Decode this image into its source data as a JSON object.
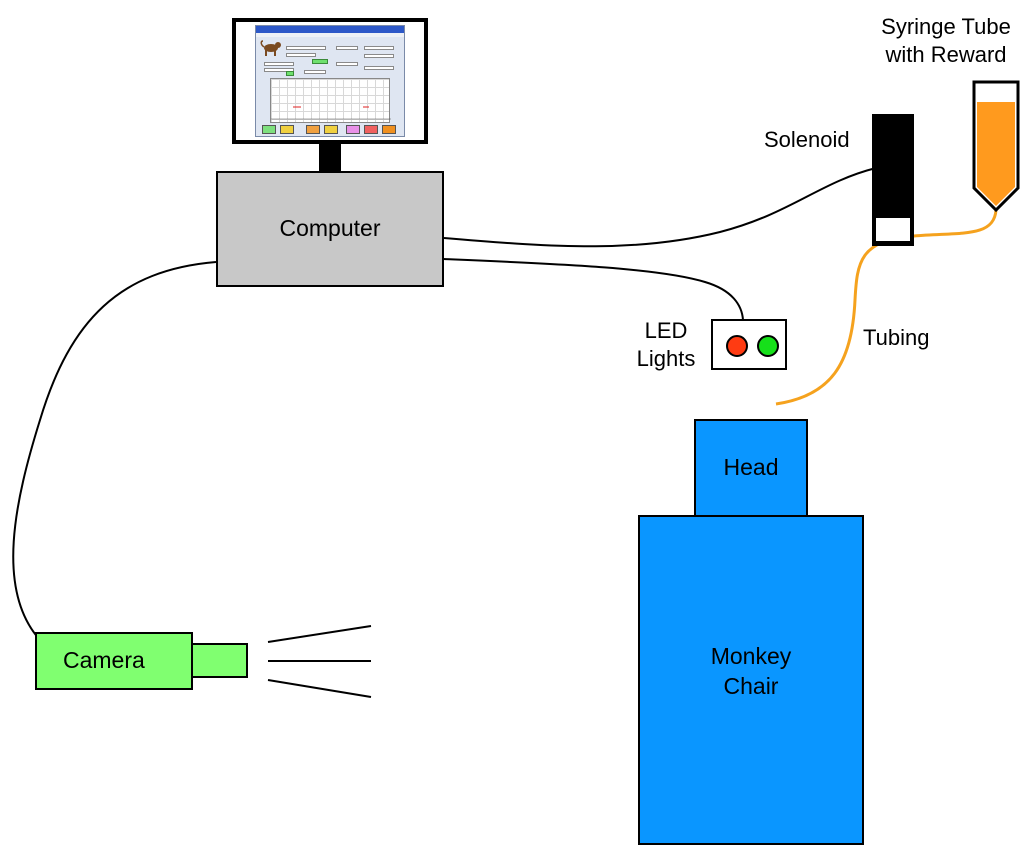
{
  "components": {
    "computer": "Computer",
    "camera": "Camera",
    "led_lights": "LED\nLights",
    "solenoid": "Solenoid",
    "syringe": "Syringe Tube\nwith Reward",
    "tubing": "Tubing",
    "head": "Head",
    "monkey_chair": "Monkey\nChair"
  },
  "colors": {
    "computer": "#c8c8c8",
    "camera": "#80ff70",
    "monkey_chair": "#0a96ff",
    "reward": "#ff9a1e",
    "tubing": "#f5a21e",
    "led_red": "#ff3b12",
    "led_green": "#16e01a"
  }
}
